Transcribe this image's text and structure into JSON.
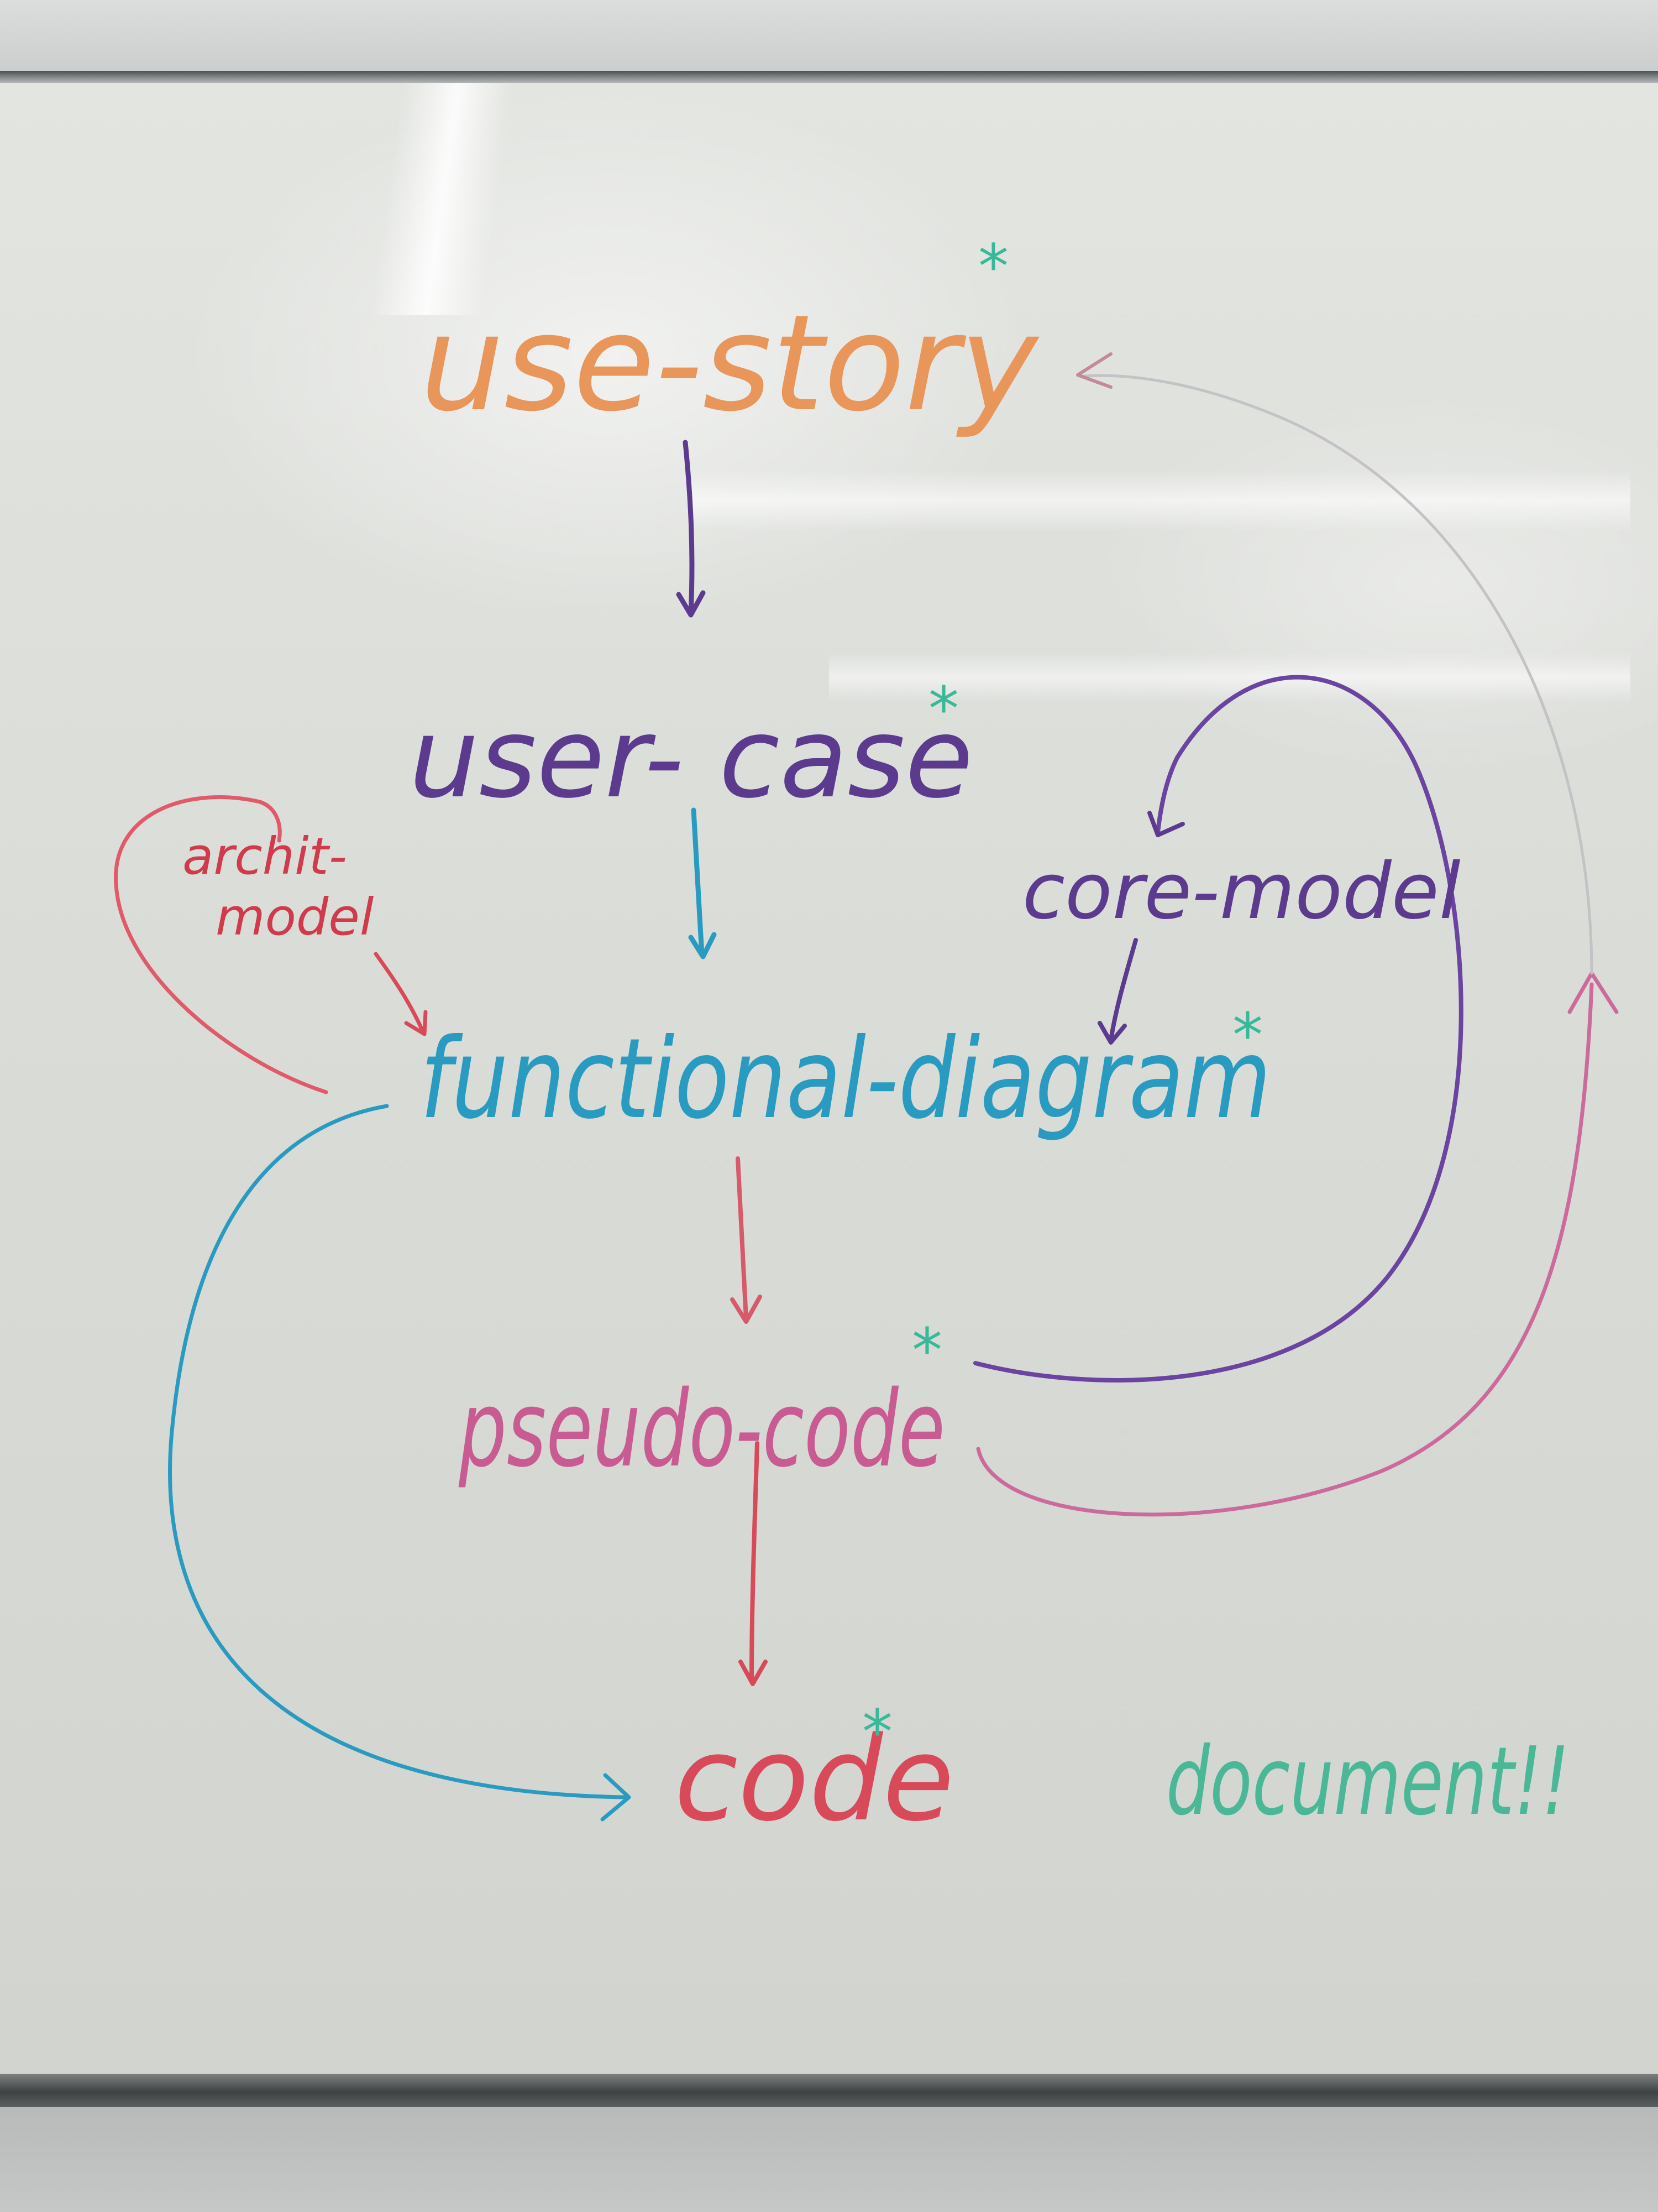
{
  "nodes": {
    "user_story": "use-story",
    "user_case": "user- case",
    "functional_diagram": "functional-diagram",
    "pseudo_code": "pseudo-code",
    "code": "code",
    "core_model": "core-model",
    "archit_model_line1": "archit-",
    "archit_model_line2": "model"
  },
  "marks": {
    "asterisk": "*"
  },
  "note": "document!!",
  "colors": {
    "orange": "#e8965a",
    "purple": "#5c3a8e",
    "teal": "#2a9bc0",
    "pink": "#c85c92",
    "red": "#d84a5a",
    "green": "#4ab896",
    "gray": "#c4c6c4"
  }
}
